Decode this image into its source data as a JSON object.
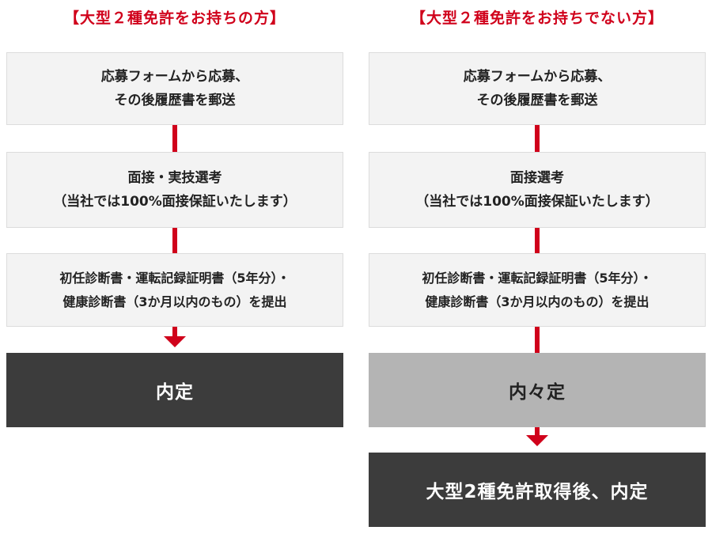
{
  "left": {
    "heading": "【大型２種免許をお持ちの方】",
    "steps": [
      {
        "line1": "応募フォームから応募、",
        "line2": "その後履歴書を郵送"
      },
      {
        "line1": "面接・実技選考",
        "line2": "（当社では100%面接保証いたします）"
      },
      {
        "line1": "初任診断書・運転記録証明書（5年分）・",
        "line2": "健康診断書（3か月以内のもの）を提出"
      }
    ],
    "result": "内定"
  },
  "right": {
    "heading": "【大型２種免許をお持ちでない方】",
    "steps": [
      {
        "line1": "応募フォームから応募、",
        "line2": "その後履歴書を郵送"
      },
      {
        "line1": "面接選考",
        "line2": "（当社では100%面接保証いたします）"
      },
      {
        "line1": "初任診断書・運転記録証明書（5年分）・",
        "line2": "健康診断書（3か月以内のもの）を提出"
      }
    ],
    "intermediate": "内々定",
    "result": "大型2種免許取得後、内定"
  },
  "colors": {
    "accent_red": "#d0011b",
    "step_background": "#f3f3f3",
    "result_dark": "#3c3c3c",
    "result_gray": "#b4b4b4"
  }
}
